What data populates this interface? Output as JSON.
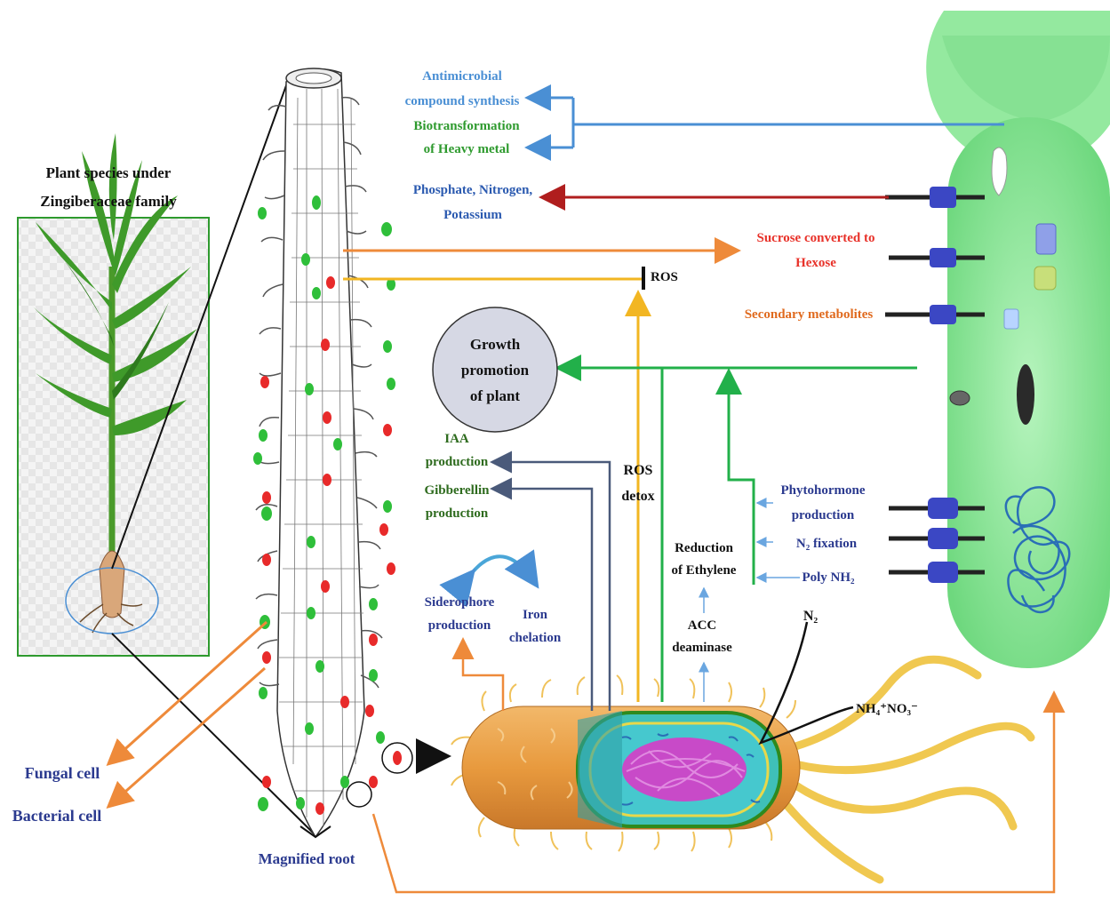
{
  "plant": {
    "title_line1": "Plant species under",
    "title_line2": "Zingiberaceae family"
  },
  "root": {
    "label": "Magnified root"
  },
  "legend": {
    "fungal": "Fungal cell",
    "bacterial": "Bacterial cell"
  },
  "labels": {
    "antimicrobial_1": "Antimicrobial",
    "antimicrobial_2": "compound synthesis",
    "biotrans_1": "Biotransformation",
    "biotrans_2": "of Heavy metal",
    "nutrients_1": "Phosphate, Nitrogen,",
    "nutrients_2": "Potassium",
    "sucrose_1": "Sucrose converted to",
    "sucrose_2": "Hexose",
    "ros": "ROS",
    "secondary": "Secondary metabolites",
    "growth_1": "Growth",
    "growth_2": "promotion",
    "growth_3": "of plant",
    "iaa_1": "IAA",
    "iaa_2": "production",
    "gibberellin_1": "Gibberellin",
    "gibberellin_2": "production",
    "ros_detox_1": "ROS",
    "ros_detox_2": "detox",
    "ethylene_1": "Reduction",
    "ethylene_2": "of Ethylene",
    "acc_1": "ACC",
    "acc_2": "deaminase",
    "phyto_1": "Phytohormone",
    "phyto_2": "production",
    "n2fix": "N₂ fixation",
    "polynh2": "Poly NH₂",
    "siderophore_1": "Siderophore",
    "siderophore_2": "production",
    "iron_1": "Iron",
    "iron_2": "chelation",
    "n2": "N₂",
    "nh4no3": "NH₄⁺NO₃⁻"
  },
  "colors": {
    "blue_label": "#4a8fd4",
    "green_label": "#2e9a2e",
    "navy_label": "#2b3a8f",
    "red_label": "#e8322a",
    "orange_label": "#e06a1e",
    "dark_green_label": "#2e6b1e",
    "arrow_blue": "#4a8fd4",
    "arrow_red": "#b01e1e",
    "arrow_orange": "#ee8a3a",
    "arrow_yellow": "#f2b622",
    "arrow_green": "#22b04a",
    "arrow_slate": "#4a5a7a",
    "cell_green": "#8ee89a",
    "bacterium_orange": "#e8a04a"
  }
}
